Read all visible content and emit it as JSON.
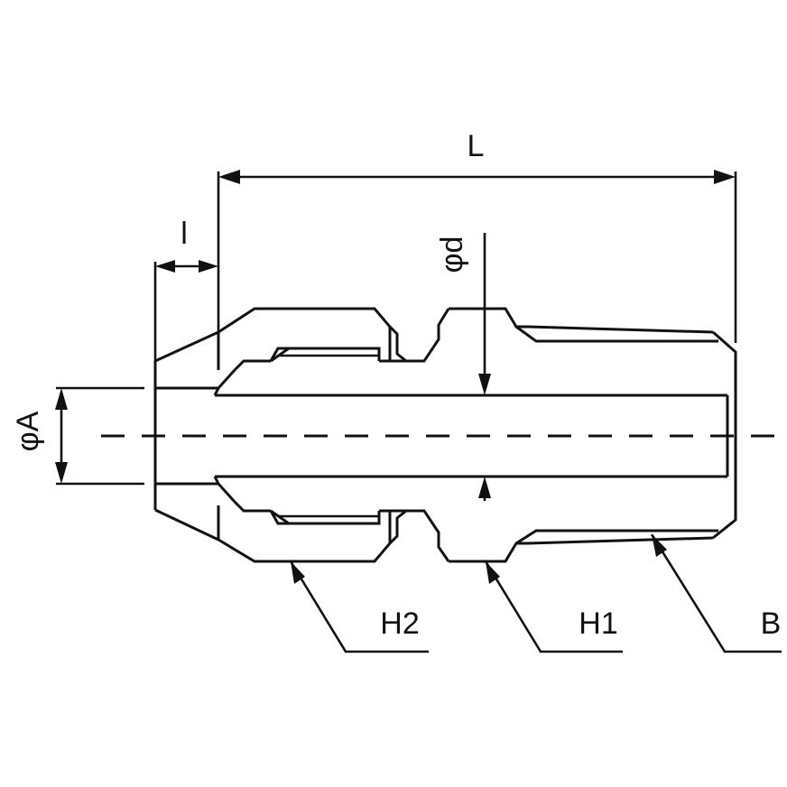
{
  "labels": {
    "L": "L",
    "l": "l",
    "phi_d": "φd",
    "phi_A": "φA",
    "H2": "H2",
    "H1": "H1",
    "B": "B"
  },
  "colors": {
    "line": "#111111",
    "background": "#ffffff"
  }
}
